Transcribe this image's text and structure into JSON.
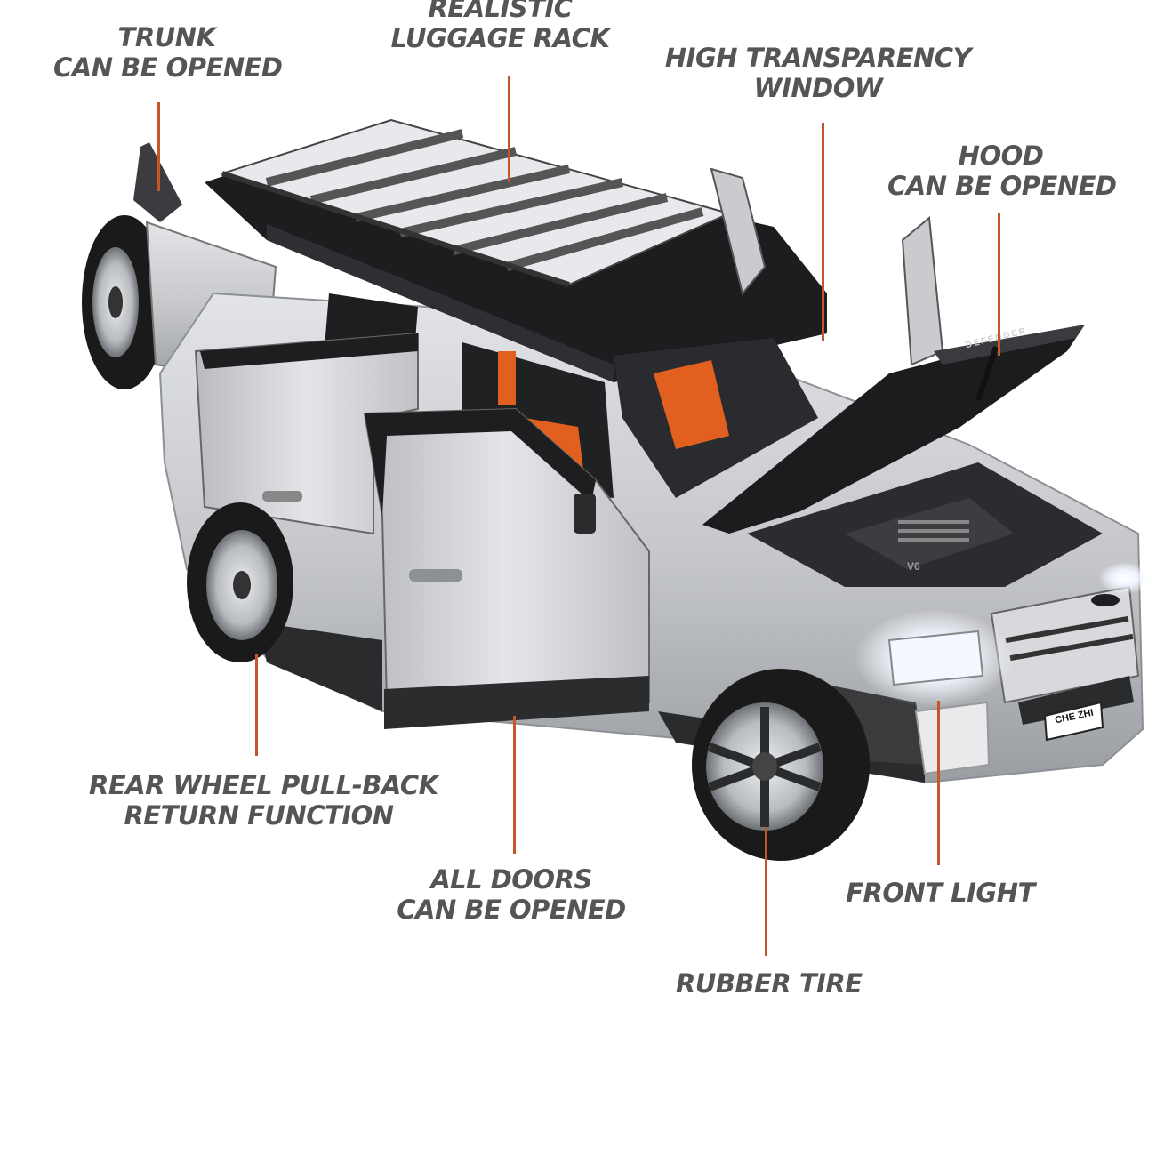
{
  "colors": {
    "label_text": "#555555",
    "leader_line": "#c4562a",
    "body_silver": "#c9cbcf",
    "roof_black": "#1c1d1f",
    "interior_orange": "#e2601f",
    "tire_black": "#1a1a1a"
  },
  "product": {
    "plate_text": "CHE ZHI",
    "hood_text": "DEFENDER",
    "engine_badge": "V6"
  },
  "callouts": {
    "trunk": {
      "line1": "TRUNK",
      "line2": "CAN BE OPENED"
    },
    "luggage_rack": {
      "line1": "REALISTIC",
      "line2": "LUGGAGE RACK"
    },
    "window": {
      "line1": "HIGH TRANSPARENCY",
      "line2": "WINDOW"
    },
    "hood": {
      "line1": "HOOD",
      "line2": "CAN BE OPENED"
    },
    "rear_wheel": {
      "line1": "REAR WHEEL PULL-BACK",
      "line2": "RETURN FUNCTION"
    },
    "doors": {
      "line1": "ALL DOORS",
      "line2": "CAN BE OPENED"
    },
    "front_light": {
      "line1": "FRONT LIGHT"
    },
    "rubber_tire": {
      "line1": "RUBBER TIRE"
    }
  }
}
